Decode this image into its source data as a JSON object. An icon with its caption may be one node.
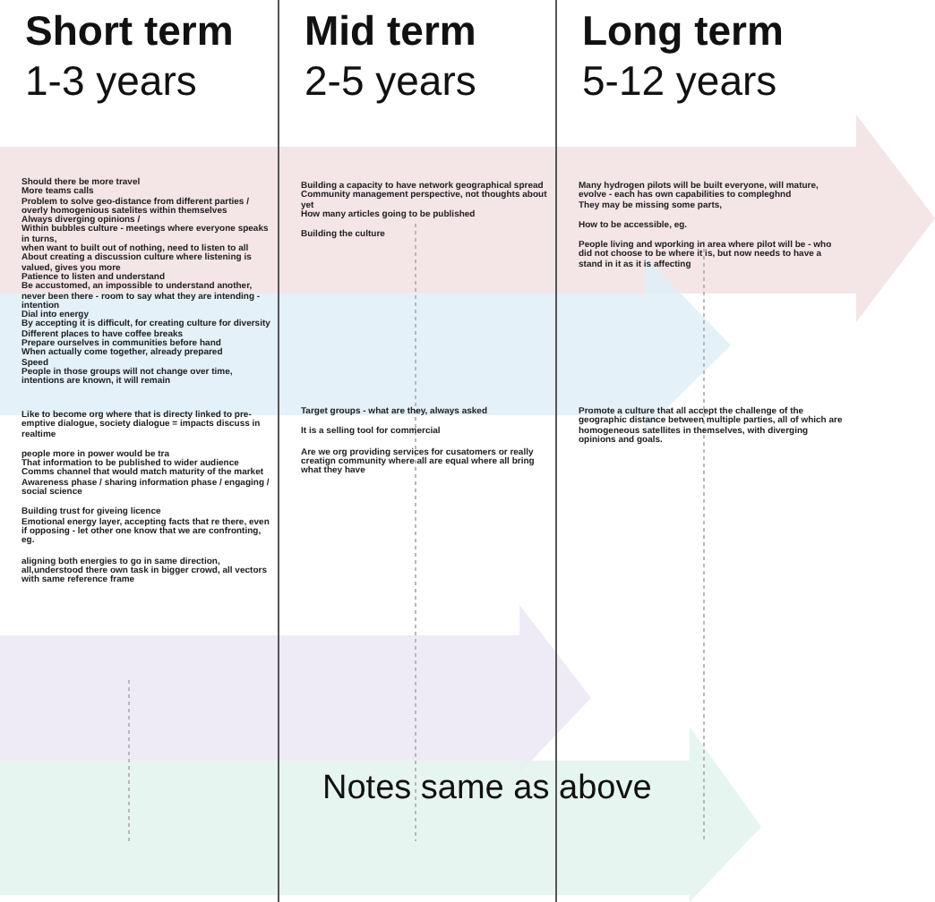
{
  "diagram": {
    "nodes": [
      {
        "text": [
          "Short term",
          "1-3 years",
          "Should there be more travel",
          "More teams calls",
          "Problem to solve geo-distance from different parties / overly homogenious satelites within themselves",
          "Always diverging opinions /",
          "Within bubbles culture - meetings where everyone speaks in turns,",
          "when want to built out of nothing, need to listen to all",
          "About creating a discussion culture where listening is valued, gives you more",
          "Patience to listen and understand",
          "Be accustomed, an impossible to understand another, never been there - room to say what they are intending - intention",
          "Dial into energy",
          "By accepting it is difficult, for creating culture for diversity",
          "Different places to have coffee breaks",
          "Prepare ourselves in communities before hand",
          "When actually come together, already prepared",
          "Speed",
          "People in those groups will not change over time, intentions are known, it will remain",
          "Like to become org where that is directy linked to pre-emptive dialogue, society dialogue = impacts discuss in realtime",
          "people more in power would be tra",
          "That information to be published to wider audience",
          "Comms channel that would match maturity of the market",
          "Awareness phase / sharing information phase / engaging / social science",
          "Building trust for giveing licence",
          "Emotional energy layer, accepting facts that re there, even if opposing - let other one know that we are confronting, eg.",
          "aligning both energies to go in same direction, all,understood there own task in bigger crowd, all vectors with same reference frame"
        ]
      },
      {
        "text": [
          "Mid term",
          "2-5 years",
          "Building a capacity to have network geographical spread",
          "Community management perspective, not thoughts about yet",
          "How many articles going to be published",
          "Building the culture",
          "Target groups - what are they, always asked",
          "It is a selling tool for commercial",
          "Are we org providing services for cusatomers or really creatign community where all are equal where all bring what they have"
        ]
      },
      {
        "text": [
          "Long term",
          "5-12 years",
          "Many hydrogen pilots will be built everyone, will mature, evolve - each has own capabilities to compleghnd",
          "They may be missing some parts,",
          "How to be accessible, eg.",
          "People living and wporking in area where pilot will be - who did not choose to be where it is, but now needs to have a stand in it as it is affecting",
          "Promote a culture that all accept the challenge of the geographic distance between multiple parties, all of which are homogeneous satellites in themselves, with diverging opinions and goals."
        ]
      }
    ],
    "labels": [
      "Notes same as above"
    ]
  }
}
